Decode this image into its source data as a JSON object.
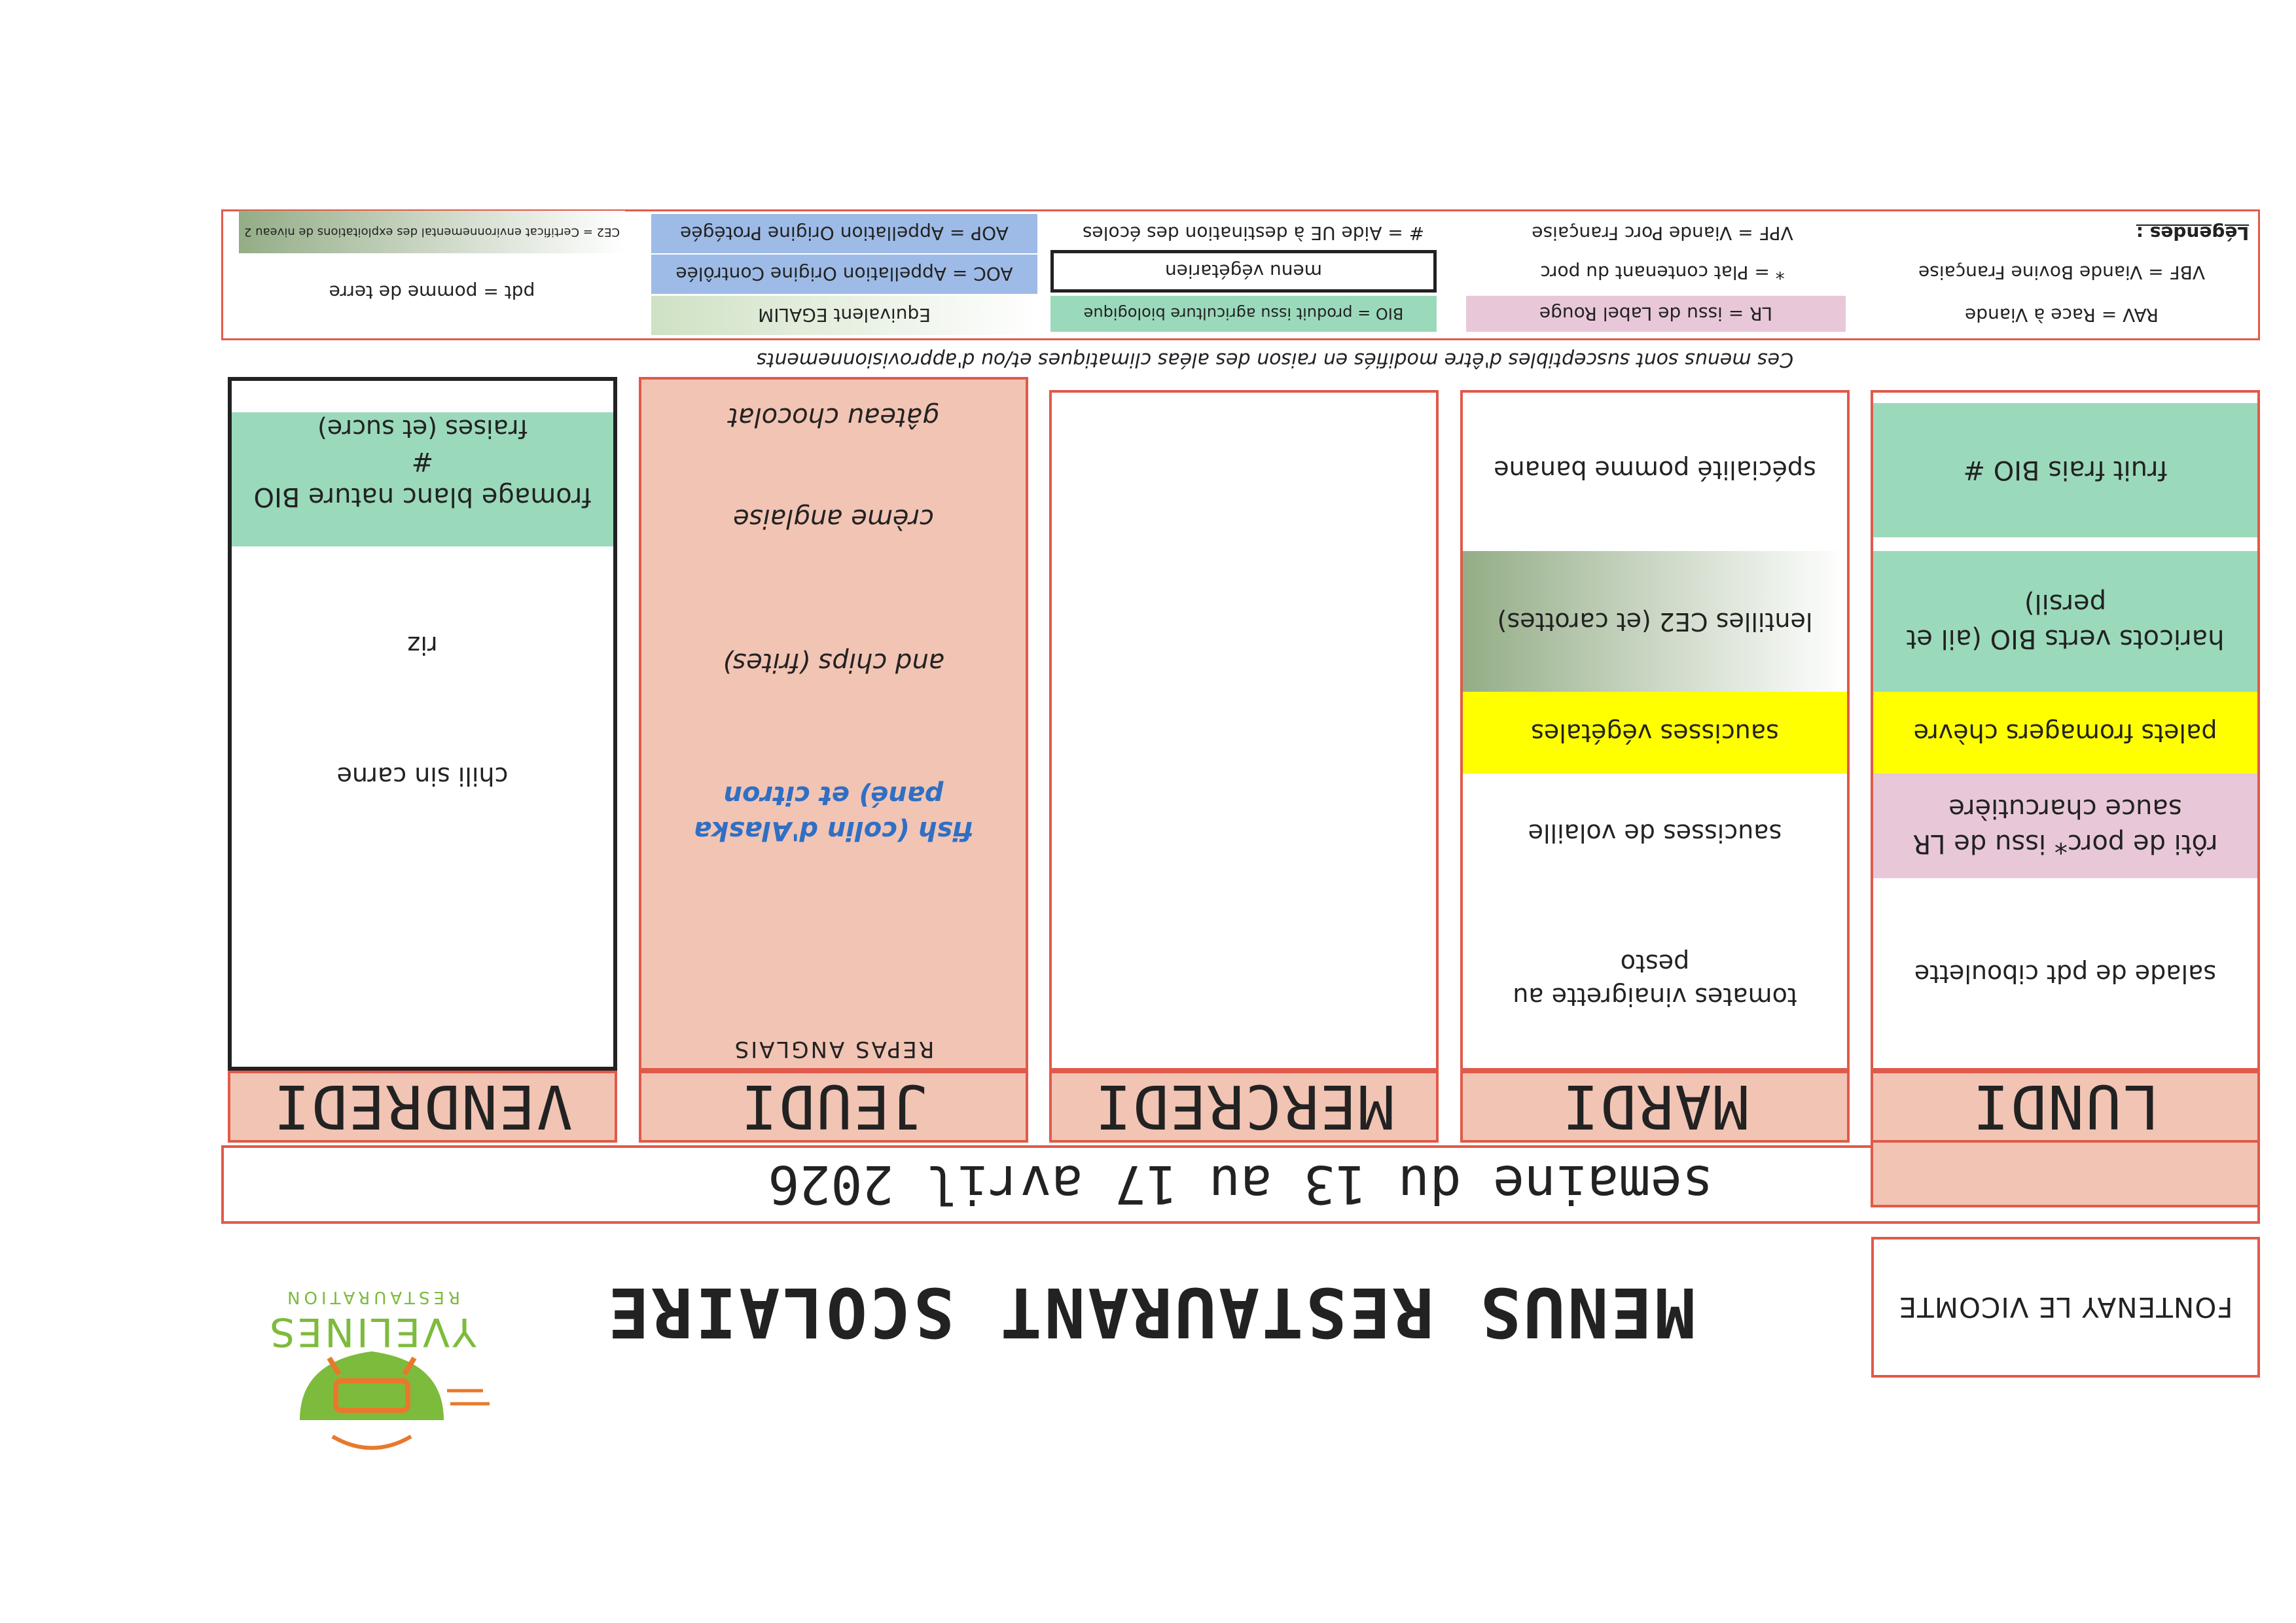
{
  "header": {
    "school": "FONTENAY LE VICOMTE",
    "title": "MENUS RESTAURANT SCOLAIRE",
    "logo_main": "YVELINES",
    "logo_sub": "RESTAURATION",
    "week": "semaine du 13 au 17 avril 2026"
  },
  "days": [
    {
      "name": "LUNDI",
      "items": [
        "salade de pdt ciboulette",
        "rôti de porc* issu de LR sauce charcutière",
        "palets fromagers chèvre",
        "haricots verts BIO (ail et persil)",
        "",
        "fruit frais BIO #"
      ]
    },
    {
      "name": "MARDI",
      "items": [
        "tomates vinaigrette au pesto",
        "saucisses de volaille",
        "saucisses végétales",
        "lentilles CE2 (et carottes)",
        "",
        "spécialité pomme banane"
      ]
    },
    {
      "name": "MERCREDI",
      "items": []
    },
    {
      "name": "JEUDI",
      "subtitle": "REPAS ANGLAIS",
      "items": [
        "fish (colin d'Alaska pané) et citron",
        "and chips (frites)",
        "crème anglaise",
        "gâteau chocolat"
      ]
    },
    {
      "name": "VENDREDI",
      "items": [
        "chili sin carne",
        "riz",
        "fromage blanc nature BIO #",
        "fraises (et sucre)"
      ]
    }
  ],
  "notice": "Ces menus sont susceptibles d'être modifiés en raison des aléas climatiques et/ou d'approvisionnements",
  "legend": {
    "title": "Légendes :",
    "vbf": "VBF = Viande Bovine Française",
    "rav": "RAV = Race à Viande",
    "vpf": "VPF = Viande Porc Française",
    "plat_porc": "* = Plat contenant du porc",
    "lr": "LR = issu de Label Rouge",
    "aide_ue": "# = Aide UE à destination des écoles",
    "menu_veg": "menu végétarien",
    "bio": "BIO = produit issu agriculture biologique",
    "aop": "AOP = Appellation Origine Protégée",
    "aoc": "AOC = Appellation Origine Contrôlée",
    "egalim": "Equivalent EGALIM",
    "ce2": "CE2 = Certificat environnemental des exploitations de niveau 2",
    "pdt": "pdt = pomme de terre"
  },
  "colors": {
    "red": "#e05a4a",
    "salmon": "#f2c4b4",
    "green": "#9bd9bb",
    "yellow": "#ffff00",
    "pink": "#e8c8d8",
    "blue": "#9dbbe6",
    "logo_green": "#7dbb3c",
    "logo_orange": "#e8792c",
    "fish_blue": "#2f6fc4"
  }
}
